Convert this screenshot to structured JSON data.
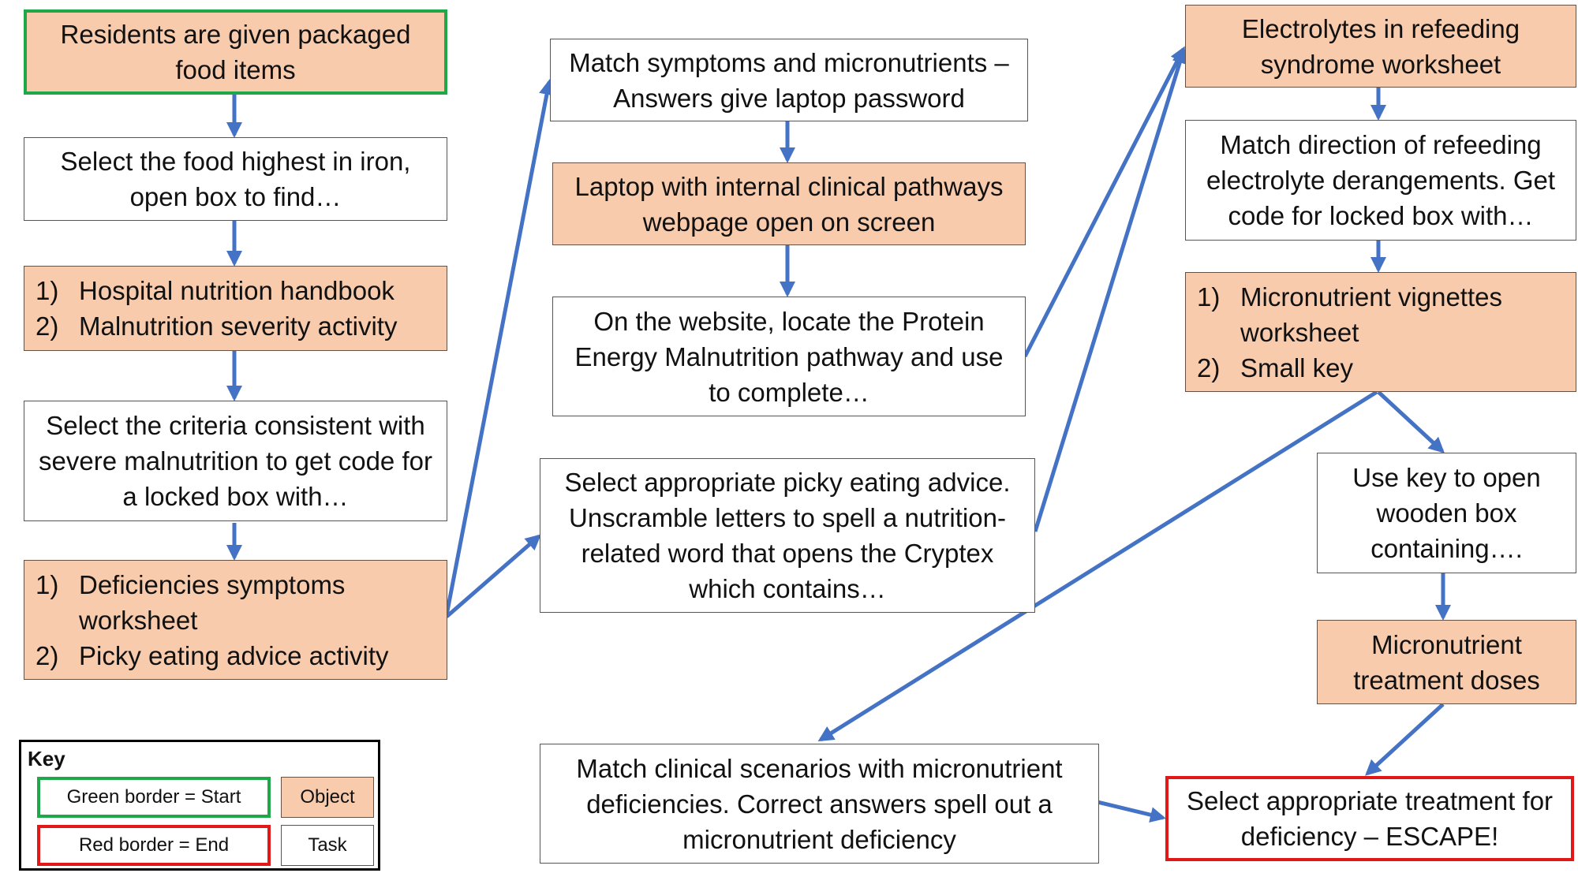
{
  "nodes": {
    "start": {
      "text": "Residents are given packaged food items"
    },
    "select_iron": {
      "text": "Select the food highest in iron, open box to find…"
    },
    "nutrition_objects": {
      "items": [
        {
          "num": "1)",
          "text": "Hospital nutrition handbook"
        },
        {
          "num": "2)",
          "text": "Malnutrition severity activity"
        }
      ]
    },
    "select_criteria": {
      "text": "Select the criteria consistent with severe malnutrition to get code for a locked box with…"
    },
    "deficiency_objects": {
      "items": [
        {
          "num": "1)",
          "text": "Deficiencies symptoms worksheet"
        },
        {
          "num": "2)",
          "text": "Picky eating advice activity"
        }
      ]
    },
    "match_symptoms": {
      "text": "Match symptoms and micronutrients – Answers give laptop password"
    },
    "laptop": {
      "text": "Laptop with internal clinical pathways webpage open on screen"
    },
    "locate_pathway": {
      "text": "On the website, locate the Protein Energy Malnutrition pathway and use to complete…"
    },
    "picky_eating": {
      "text": "Select appropriate picky eating advice. Unscramble letters to spell a nutrition-related word that opens the Cryptex which contains…"
    },
    "electrolytes": {
      "text": "Electrolytes in refeeding syndrome worksheet"
    },
    "match_direction": {
      "text": "Match direction of refeeding electrolyte derangements. Get code for locked box with…"
    },
    "vignette_objects": {
      "items": [
        {
          "num": "1)",
          "text": "Micronutrient vignettes worksheet"
        },
        {
          "num": "2)",
          "text": "Small key"
        }
      ]
    },
    "use_key": {
      "text": "Use key to open wooden box containing…."
    },
    "treatment_doses": {
      "text": "Micronutrient treatment doses"
    },
    "match_scenarios": {
      "text": "Match clinical scenarios with micronutrient deficiencies. Correct answers spell out a micronutrient deficiency"
    },
    "escape": {
      "text": "Select appropriate treatment for deficiency – ESCAPE!"
    }
  },
  "key": {
    "title": "Key",
    "start_label": "Green border = Start",
    "end_label": "Red border = End",
    "object_label": "Object",
    "task_label": "Task"
  },
  "colors": {
    "object_fill": "#f8cbad",
    "start_border": "#1fa84a",
    "end_border": "#e01818",
    "arrow": "#4472c4"
  }
}
